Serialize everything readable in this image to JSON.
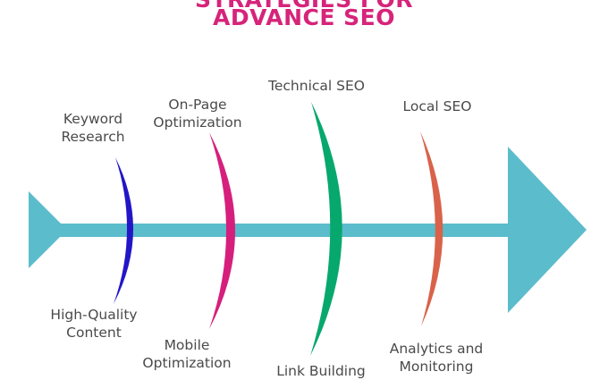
{
  "title": {
    "line1": "STRATEGIES FOR",
    "line2": "ADVANCE SEO",
    "color": "#d6247a"
  },
  "colors": {
    "spine": "#5bbccc",
    "label_text": "#4a4a4a"
  },
  "strategies_top": [
    {
      "lines": [
        "Keyword",
        "Research"
      ],
      "color": "#2316c7",
      "icon": "fishbone-curve-blue"
    },
    {
      "lines": [
        "On-Page",
        "Optimization"
      ],
      "color": "#d61f7c",
      "icon": "fishbone-curve-magenta"
    },
    {
      "lines": [
        "Technical SEO"
      ],
      "color": "#07a86e",
      "icon": "fishbone-curve-green"
    },
    {
      "lines": [
        "Local SEO"
      ],
      "color": "#d8634a",
      "icon": "fishbone-curve-coral"
    }
  ],
  "strategies_bottom": [
    {
      "lines": [
        "High-Quality",
        "Content"
      ]
    },
    {
      "lines": [
        "Mobile",
        "Optimization"
      ]
    },
    {
      "lines": [
        "Link Building"
      ]
    },
    {
      "lines": [
        "Analytics and",
        "Monitoring"
      ]
    }
  ]
}
